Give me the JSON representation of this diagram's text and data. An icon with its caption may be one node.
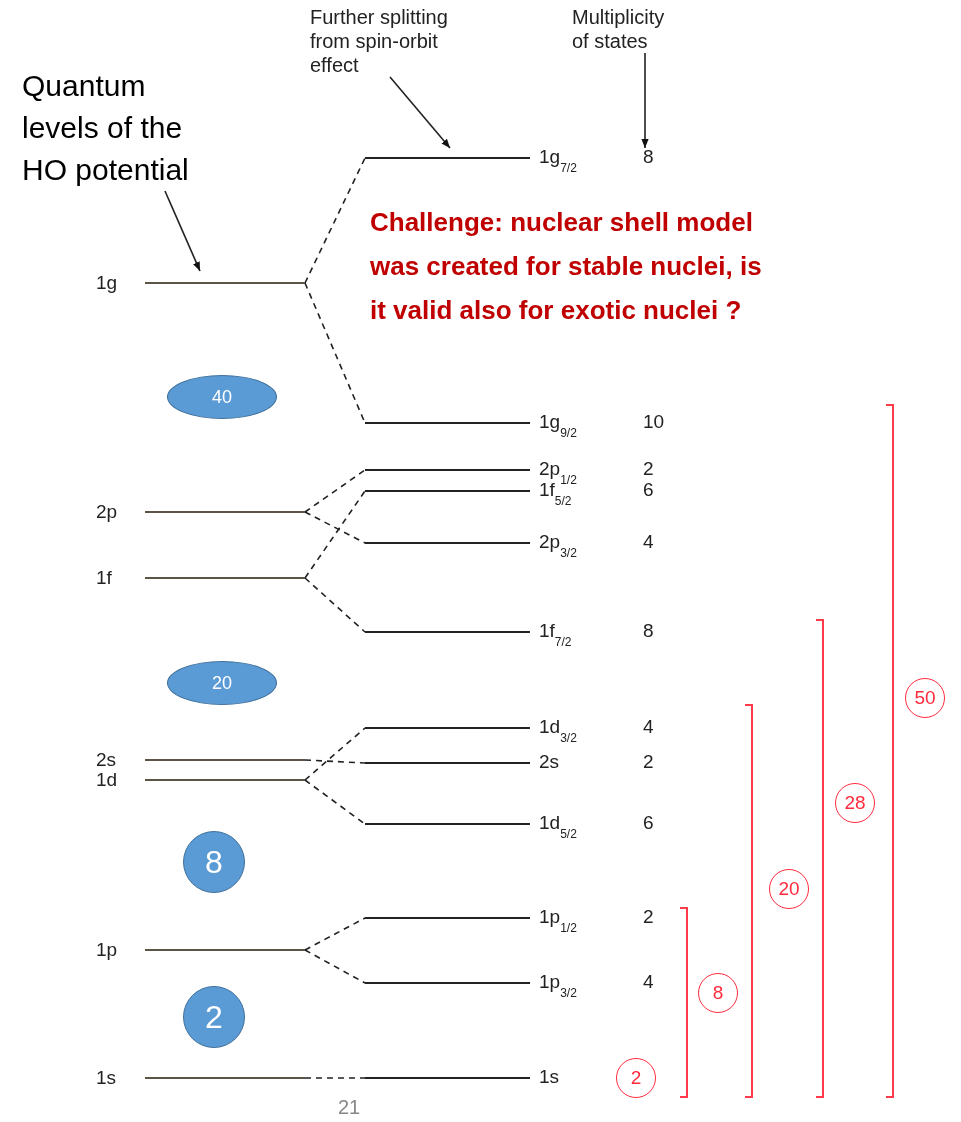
{
  "diagram": {
    "nodes": [
      {
        "text": [
          "Quantum levels of the HO potential"
        ]
      },
      {
        "text": [
          "Further splitting from spin-orbit effect"
        ]
      },
      {
        "text": [
          "Multiplicity of states"
        ]
      },
      {
        "text": [
          "1g"
        ]
      },
      {
        "text": [
          "2p"
        ]
      },
      {
        "text": [
          "1f"
        ]
      },
      {
        "text": [
          "2s"
        ]
      },
      {
        "text": [
          "1d"
        ]
      },
      {
        "text": [
          "1p"
        ]
      },
      {
        "text": [
          "1s"
        ]
      },
      {
        "text": [
          "1g$_{7/2}$"
        ]
      },
      {
        "text": [
          "1g$_{9/2}$"
        ]
      },
      {
        "text": [
          "2p$_{1/2}$"
        ]
      },
      {
        "text": [
          "1f$_{5/2}$"
        ]
      },
      {
        "text": [
          "2p$_{3/2}$"
        ]
      },
      {
        "text": [
          "1f$_{7/2}$"
        ]
      },
      {
        "text": [
          "1d$_{3/2}$"
        ]
      },
      {
        "text": [
          "2s"
        ]
      },
      {
        "text": [
          "1d$_{5/2}$"
        ]
      },
      {
        "text": [
          "1p$_{1/2}$"
        ]
      },
      {
        "text": [
          "1p$_{3/2}$"
        ]
      },
      {
        "text": [
          "1s"
        ]
      },
      {
        "text": [
          "40"
        ]
      },
      {
        "text": [
          "20"
        ]
      },
      {
        "text": [
          "8"
        ]
      },
      {
        "text": [
          "2"
        ]
      },
      {
        "text": [
          "2"
        ]
      },
      {
        "text": [
          "8"
        ]
      },
      {
        "text": [
          "20"
        ]
      },
      {
        "text": [
          "28"
        ]
      },
      {
        "text": [
          "50"
        ]
      }
    ],
    "edges": [
      {
        "from": 0,
        "to": 3,
        "arrow": "to"
      },
      {
        "from": 1,
        "to": 10,
        "arrow": "to"
      },
      {
        "from": 2,
        "to": 10,
        "arrow": "to"
      },
      {
        "from": 3,
        "to": 10,
        "arrow": "none",
        "style": "dashed"
      },
      {
        "from": 3,
        "to": 11,
        "arrow": "none",
        "style": "dashed"
      },
      {
        "from": 4,
        "to": 12,
        "arrow": "none",
        "style": "dashed"
      },
      {
        "from": 4,
        "to": 14,
        "arrow": "none",
        "style": "dashed"
      },
      {
        "from": 5,
        "to": 13,
        "arrow": "none",
        "style": "dashed"
      },
      {
        "from": 5,
        "to": 15,
        "arrow": "none",
        "style": "dashed"
      },
      {
        "from": 6,
        "to": 17,
        "arrow": "none",
        "style": "dashed"
      },
      {
        "from": 7,
        "to": 16,
        "arrow": "none",
        "style": "dashed"
      },
      {
        "from": 7,
        "to": 18,
        "arrow": "none",
        "style": "dashed"
      },
      {
        "from": 8,
        "to": 19,
        "arrow": "none",
        "style": "dashed"
      },
      {
        "from": 8,
        "to": 20,
        "arrow": "none",
        "style": "dashed"
      },
      {
        "from": 9,
        "to": 21,
        "arrow": "none",
        "style": "dashed"
      }
    ],
    "labels": [
      "8",
      "Challenge: nuclear shell model was created for stable nuclei, is it valid also for exotic nuclei ?",
      "10",
      "2",
      "6",
      "4",
      "8",
      "4",
      "2",
      "6",
      "2",
      "4",
      "21"
    ]
  }
}
